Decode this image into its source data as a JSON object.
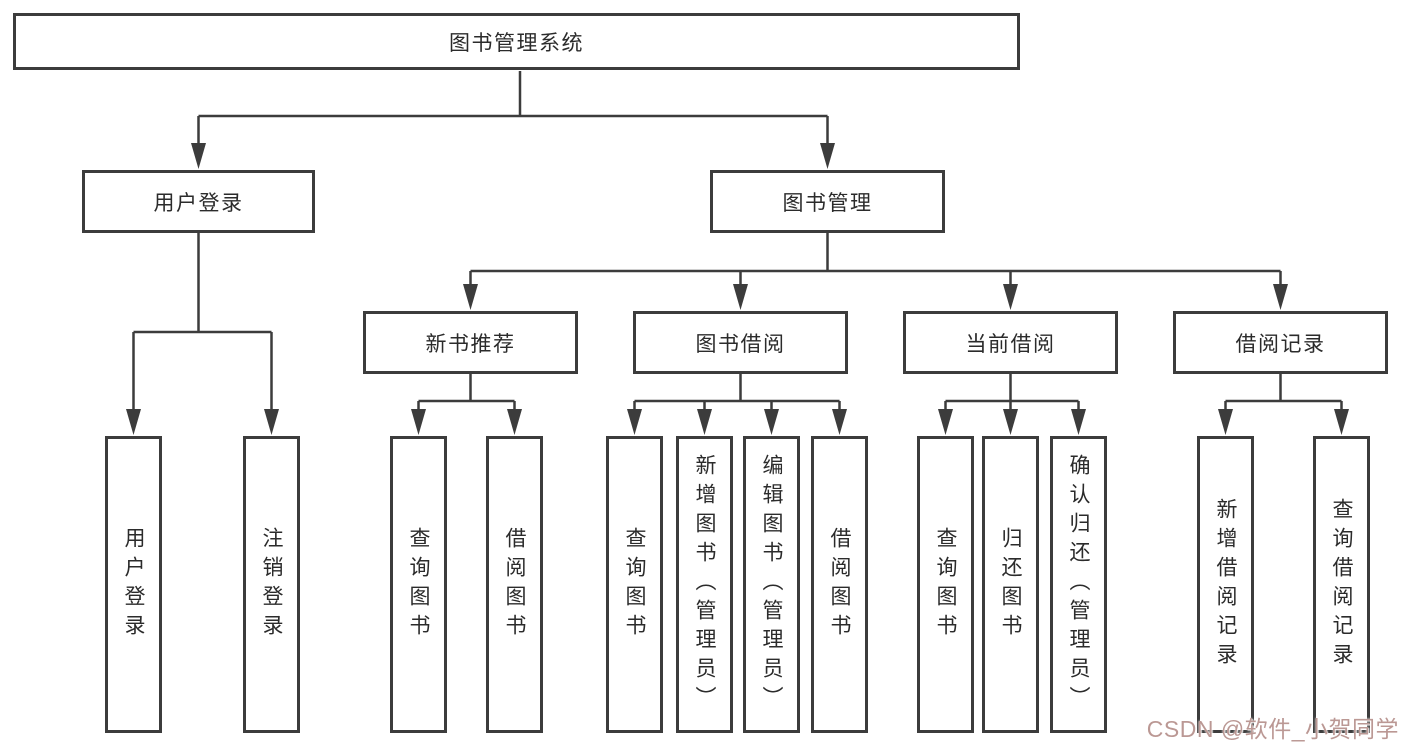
{
  "diagram": {
    "title": "图书管理系统",
    "line_color": "#3c3c3c",
    "text_color": "#2b2b2b",
    "watermark_color": "#bb9894",
    "nodes": {
      "root": "图书管理系统",
      "user_login": "用户登录",
      "book_mgmt": "图书管理",
      "new_book_rec": "新书推荐",
      "book_borrow": "图书借阅",
      "current_borrow": "当前借阅",
      "borrow_records": "借阅记录",
      "ul_login": "用户登录",
      "ul_logout": "注销登录",
      "nb_query": "查询图书",
      "nb_borrow": "借阅图书",
      "bb_query": "查询图书",
      "bb_add": "新增图书（管理员）",
      "bb_edit": "编辑图书（管理员）",
      "bb_borrow": "借阅图书",
      "cb_query": "查询图书",
      "cb_return": "归还图书",
      "cb_confirm": "确认归还（管理员）",
      "br_add": "新增借阅记录",
      "br_query": "查询借阅记录"
    },
    "tree": {
      "label": "图书管理系统",
      "children": [
        {
          "label": "用户登录",
          "children": [
            {
              "label": "用户登录"
            },
            {
              "label": "注销登录"
            }
          ]
        },
        {
          "label": "图书管理",
          "children": [
            {
              "label": "新书推荐",
              "children": [
                {
                  "label": "查询图书"
                },
                {
                  "label": "借阅图书"
                }
              ]
            },
            {
              "label": "图书借阅",
              "children": [
                {
                  "label": "查询图书"
                },
                {
                  "label": "新增图书（管理员）"
                },
                {
                  "label": "编辑图书（管理员）"
                },
                {
                  "label": "借阅图书"
                }
              ]
            },
            {
              "label": "当前借阅",
              "children": [
                {
                  "label": "查询图书"
                },
                {
                  "label": "归还图书"
                },
                {
                  "label": "确认归还（管理员）"
                }
              ]
            },
            {
              "label": "借阅记录",
              "children": [
                {
                  "label": "新增借阅记录"
                },
                {
                  "label": "查询借阅记录"
                }
              ]
            }
          ]
        }
      ]
    }
  },
  "watermark": "CSDN @软件_小贺同学"
}
